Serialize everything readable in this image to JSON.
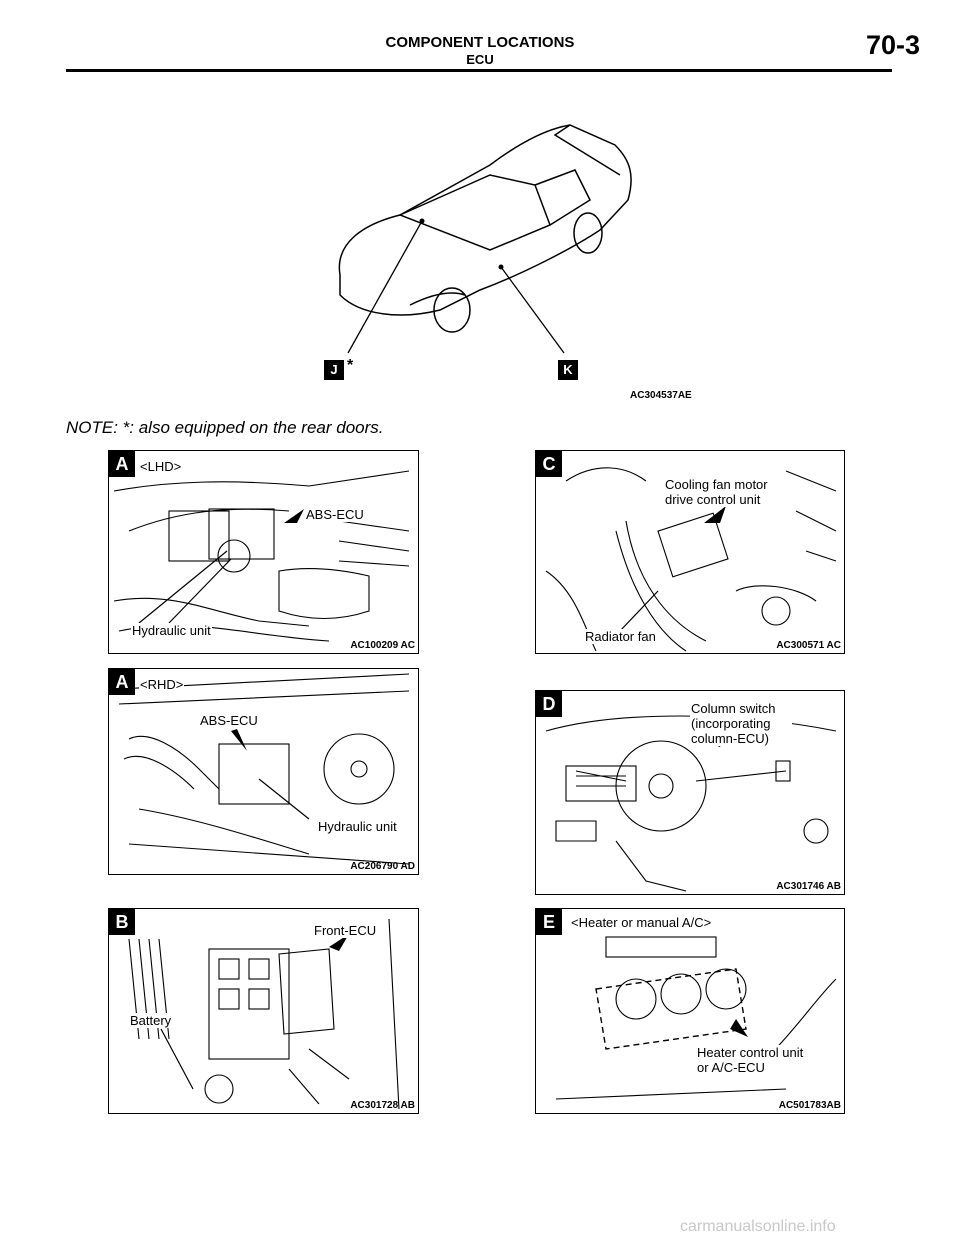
{
  "header": {
    "title": "COMPONENT LOCATIONS",
    "subtitle": "ECU",
    "page_number": "70-3"
  },
  "overview_figure": {
    "callout_j": "J",
    "asterisk": "*",
    "callout_k": "K",
    "caption": "AC304537AE"
  },
  "note": "NOTE: *: also equipped on the rear doors.",
  "panels": {
    "a_lhd": {
      "badge": "A",
      "title": "<LHD>",
      "label_ecu": "ABS-ECU",
      "label_unit": "Hydraulic unit",
      "caption": "AC100209 AC"
    },
    "c": {
      "badge": "C",
      "label_motor": "Cooling fan motor drive control unit",
      "label_fan": "Radiator fan",
      "caption": "AC300571 AC"
    },
    "a_rhd": {
      "badge": "A",
      "title": "<RHD>",
      "label_ecu": "ABS-ECU",
      "label_unit": "Hydraulic unit",
      "caption": "AC206790 AD"
    },
    "d": {
      "badge": "D",
      "label_switch": "Column switch (incorporating column-ECU)",
      "caption": "AC301746 AB"
    },
    "b": {
      "badge": "B",
      "label_front": "Front-ECU",
      "label_battery": "Battery",
      "caption": "AC301728 AB"
    },
    "e": {
      "badge": "E",
      "title": "<Heater or manual A/C>",
      "label_unit": "Heater control unit or A/C-ECU",
      "caption": "AC501783AB"
    }
  },
  "watermark": "carmanualsonline.info"
}
